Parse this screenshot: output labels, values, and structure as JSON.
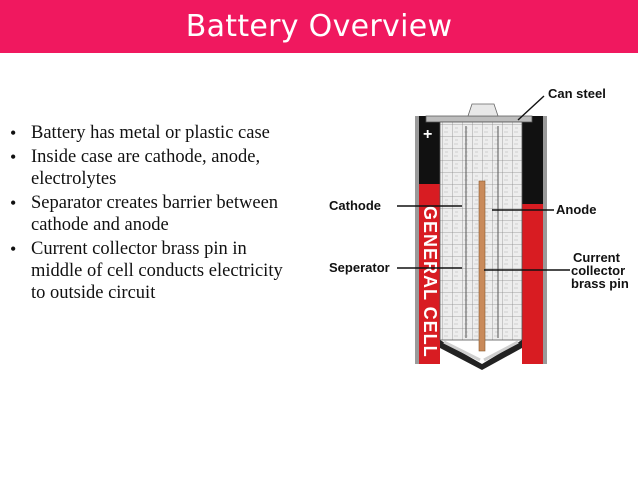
{
  "slide": {
    "title": "Battery Overview",
    "bullets": [
      "Battery has metal or plastic case",
      "Inside case are cathode, anode, electrolytes",
      "Separator creates barrier between cathode and anode",
      "Current collector brass pin in middle of cell conducts electricity to outside circuit"
    ]
  },
  "diagram": {
    "labels": {
      "can_steel": "Can steel",
      "cathode": "Cathode",
      "anode": "Anode",
      "separator": "Seperator",
      "current_line1": "Current",
      "current_line2": "collector",
      "current_line3": "brass pin"
    },
    "brand_text": "GENERAL CELL",
    "plus_symbol": "+"
  },
  "colors": {
    "title_bar": "#f0185f",
    "battery_red": "#d81c22",
    "battery_black": "#111111",
    "brass_pin": "#c98a5a"
  }
}
